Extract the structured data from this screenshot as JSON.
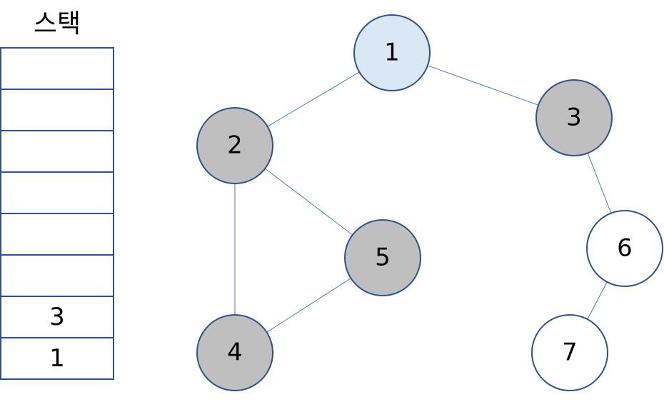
{
  "stack": {
    "title": "스택",
    "cells": [
      "",
      "",
      "",
      "",
      "",
      "",
      "3",
      "1"
    ]
  },
  "graph": {
    "nodes": [
      {
        "id": "1",
        "label": "1",
        "state": "current"
      },
      {
        "id": "2",
        "label": "2",
        "state": "visited"
      },
      {
        "id": "3",
        "label": "3",
        "state": "visited"
      },
      {
        "id": "4",
        "label": "4",
        "state": "visited"
      },
      {
        "id": "5",
        "label": "5",
        "state": "visited"
      },
      {
        "id": "6",
        "label": "6",
        "state": "unvisited"
      },
      {
        "id": "7",
        "label": "7",
        "state": "unvisited"
      }
    ],
    "edges": [
      [
        "1",
        "2"
      ],
      [
        "1",
        "3"
      ],
      [
        "2",
        "4"
      ],
      [
        "2",
        "5"
      ],
      [
        "4",
        "5"
      ],
      [
        "3",
        "6"
      ],
      [
        "6",
        "7"
      ]
    ],
    "colors": {
      "current_fill": "#dae8f5",
      "visited_fill": "#bfbfbf",
      "unvisited_fill": "#ffffff",
      "node_stroke": "#2f528f",
      "edge_stroke": "#4a7ebb"
    }
  }
}
